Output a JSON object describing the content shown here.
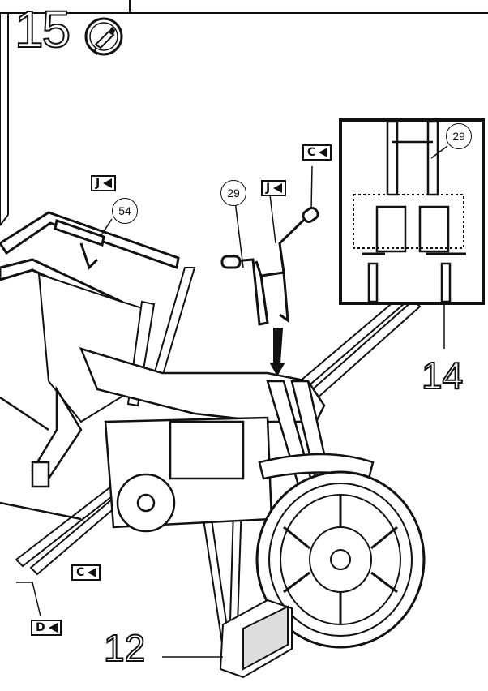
{
  "step": {
    "number": "15"
  },
  "callouts": {
    "part_54": "54",
    "part_29_main": "29",
    "part_29_detail": "29",
    "part_14": "14",
    "part_12": "12"
  },
  "tags": {
    "j_left": "J",
    "j_right": "J",
    "c_top": "C",
    "c_bottom": "C",
    "d_bottom": "D"
  },
  "icons": {
    "glue": "glue-tube-icon",
    "tag_arrow": "chevron-left-icon"
  }
}
